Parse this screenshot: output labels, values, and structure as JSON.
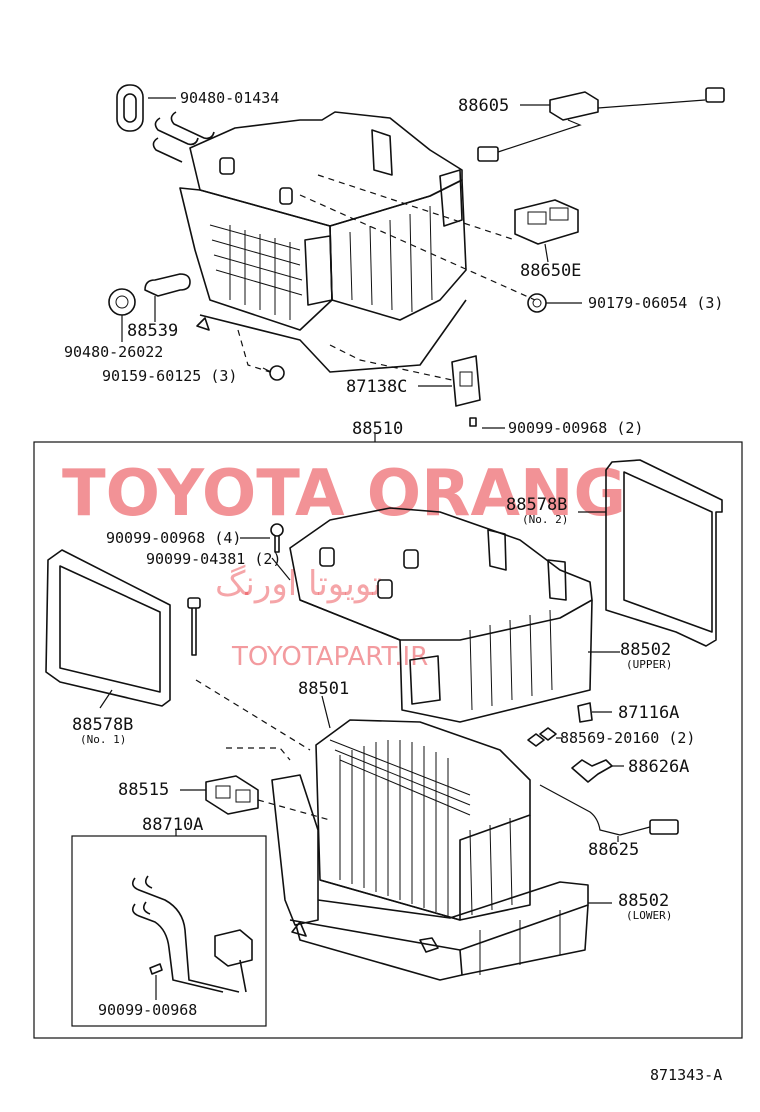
{
  "watermark": {
    "title": "TOYOTA ORANG",
    "arabic": "تویوتا اورنگ",
    "site": "TOYOTAPART.IR"
  },
  "figure_code": "871343-A",
  "assembly_label": "88510",
  "parts": [
    {
      "id": "p1",
      "number": "90480-01434"
    },
    {
      "id": "p2",
      "number": "88605"
    },
    {
      "id": "p3",
      "number": "88650E"
    },
    {
      "id": "p4",
      "number": "90179-06054 (3)"
    },
    {
      "id": "p5",
      "number": "88539"
    },
    {
      "id": "p6",
      "number": "90480-26022"
    },
    {
      "id": "p7",
      "number": "90159-60125 (3)"
    },
    {
      "id": "p8",
      "number": "87138C"
    },
    {
      "id": "p9",
      "number": "90099-00968 (2)"
    },
    {
      "id": "p10",
      "number": "88578B",
      "note": "(No. 2)"
    },
    {
      "id": "p11",
      "number": "90099-00968 (4)"
    },
    {
      "id": "p12",
      "number": "90099-04381 (2)"
    },
    {
      "id": "p13",
      "number": "88502",
      "note": "(UPPER)"
    },
    {
      "id": "p14",
      "number": "88578B",
      "note": "(No. 1)"
    },
    {
      "id": "p15",
      "number": "88501"
    },
    {
      "id": "p16",
      "number": "87116A"
    },
    {
      "id": "p17",
      "number": "88569-20160 (2)"
    },
    {
      "id": "p18",
      "number": "88626A"
    },
    {
      "id": "p19",
      "number": "88515"
    },
    {
      "id": "p20",
      "number": "88710A"
    },
    {
      "id": "p21",
      "number": "88625"
    },
    {
      "id": "p22",
      "number": "88502",
      "note": "(LOWER)"
    },
    {
      "id": "p23",
      "number": "90099-00968"
    }
  ]
}
